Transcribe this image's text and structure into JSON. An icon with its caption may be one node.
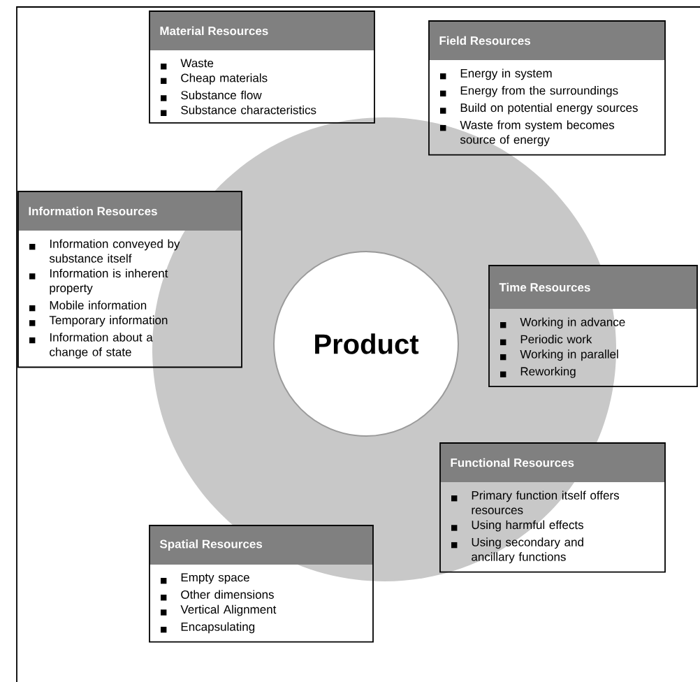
{
  "diagram": {
    "nodes": [
      {
        "text": [
          "Material Resources",
          "Waste",
          "Cheap materials",
          "Substance flow",
          "Substance characteristics"
        ]
      },
      {
        "text": [
          "Field Resources",
          "Energy in system",
          "Energy from the surroundings",
          "Build on potential energy sources",
          "Waste from system becomes source of energy"
        ]
      },
      {
        "text": [
          "Information Resources",
          "Information conveyed by substance itself",
          "Information is inherent property",
          "Mobile information",
          "Temporary information",
          "Information about a change of state"
        ]
      },
      {
        "text": [
          "Product"
        ]
      },
      {
        "text": [
          "Time Resources",
          "Working in advance",
          "Periodic work",
          "Working in parallel",
          "Reworking"
        ]
      },
      {
        "text": [
          "Functional Resources",
          "Primary function itself offers resources",
          "Using harmful effects",
          "Using secondary and ancillary functions"
        ]
      },
      {
        "text": [
          "Spatial Resources",
          "Empty space",
          "Other dimensions",
          "Vertical Alignment",
          "Encapsulating"
        ]
      }
    ]
  }
}
